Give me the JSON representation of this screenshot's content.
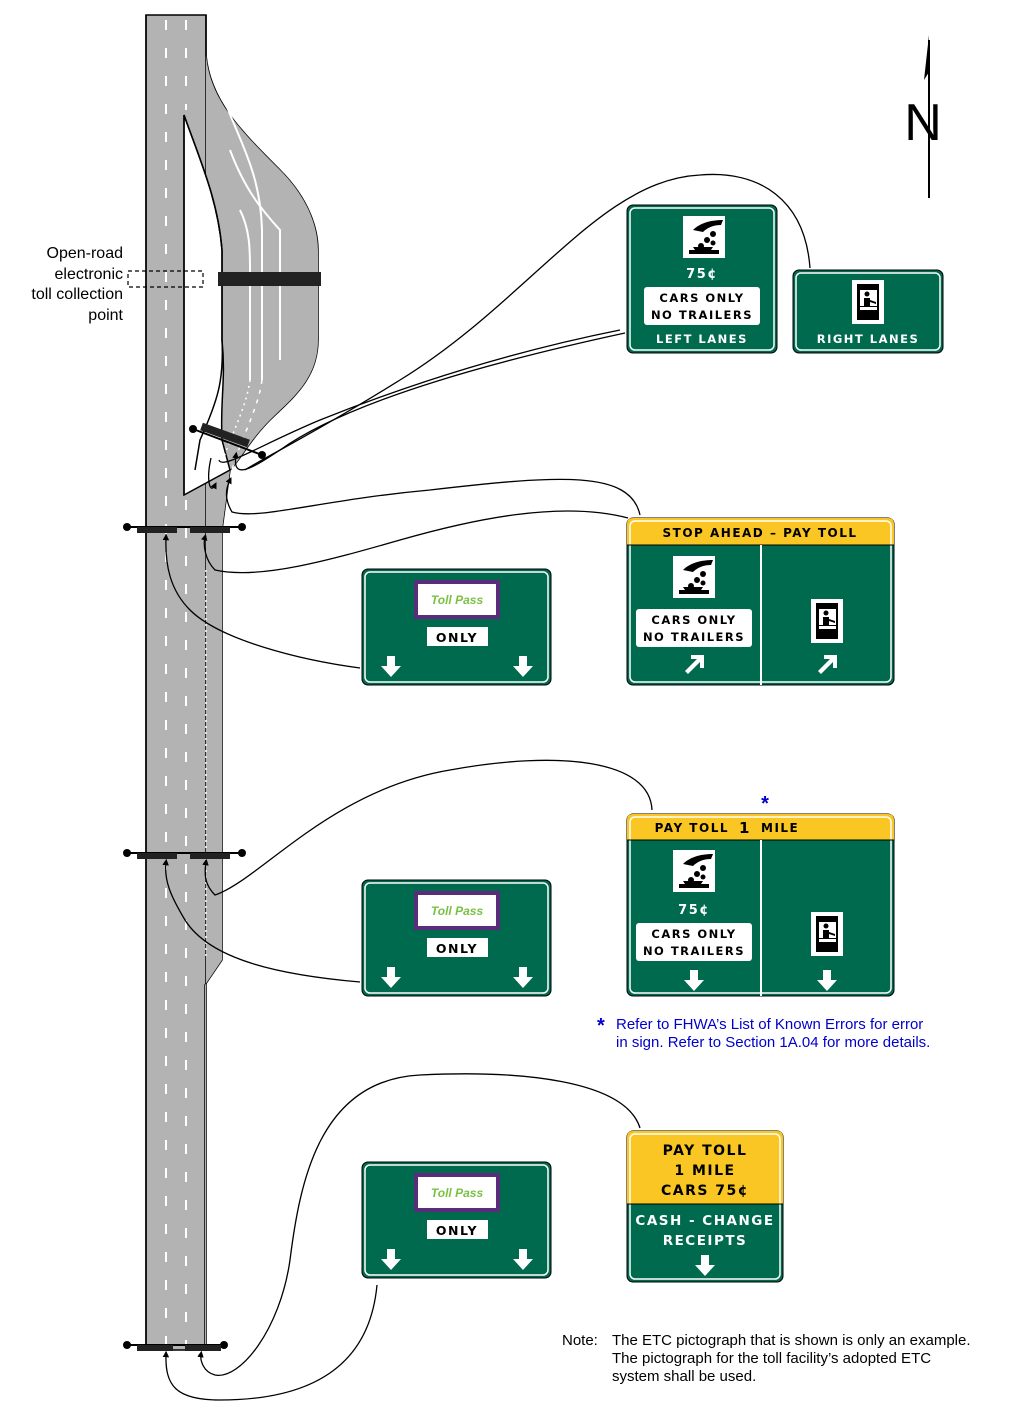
{
  "north_label": "N",
  "etc_label": [
    "Open-road",
    "electronic",
    "toll collection",
    "point"
  ],
  "sign_left_lanes": {
    "price": "75¢",
    "plaque": [
      "CARS ONLY",
      "NO TRAILERS"
    ],
    "footer": "LEFT LANES"
  },
  "sign_right_lanes": {
    "footer": "RIGHT LANES"
  },
  "sign_stop_ahead": {
    "header": "STOP AHEAD – PAY TOLL",
    "plaque": [
      "CARS ONLY",
      "NO TRAILERS"
    ]
  },
  "sign_pay_toll_1mile": {
    "header_a": "PAY TOLL",
    "header_num": "1",
    "header_b": "MILE",
    "price": "75¢",
    "plaque": [
      "CARS ONLY",
      "NO TRAILERS"
    ]
  },
  "tollpass_sign": {
    "logo": "Toll Pass",
    "only": "ONLY"
  },
  "sign_cash": {
    "top": [
      "PAY TOLL",
      "1 MILE",
      "CARS 75¢"
    ],
    "bottom": [
      "CASH - CHANGE",
      "RECEIPTS"
    ]
  },
  "error_note": {
    "star": "*",
    "lines": [
      "Refer to FHWA’s List of Known Errors for error",
      "in sign. Refer to Section 1A.04 for more details."
    ]
  },
  "footnote": {
    "prefix": "Note:",
    "lines": [
      "The ETC pictograph that is shown is only an example.",
      "The pictograph for the toll facility’s adopted ETC",
      "system shall be used."
    ]
  },
  "colors": {
    "sign_green": "#006a4e",
    "sign_yellow": "#f9c623",
    "road": "#b3b3b3",
    "note_blue": "#0000cc"
  }
}
